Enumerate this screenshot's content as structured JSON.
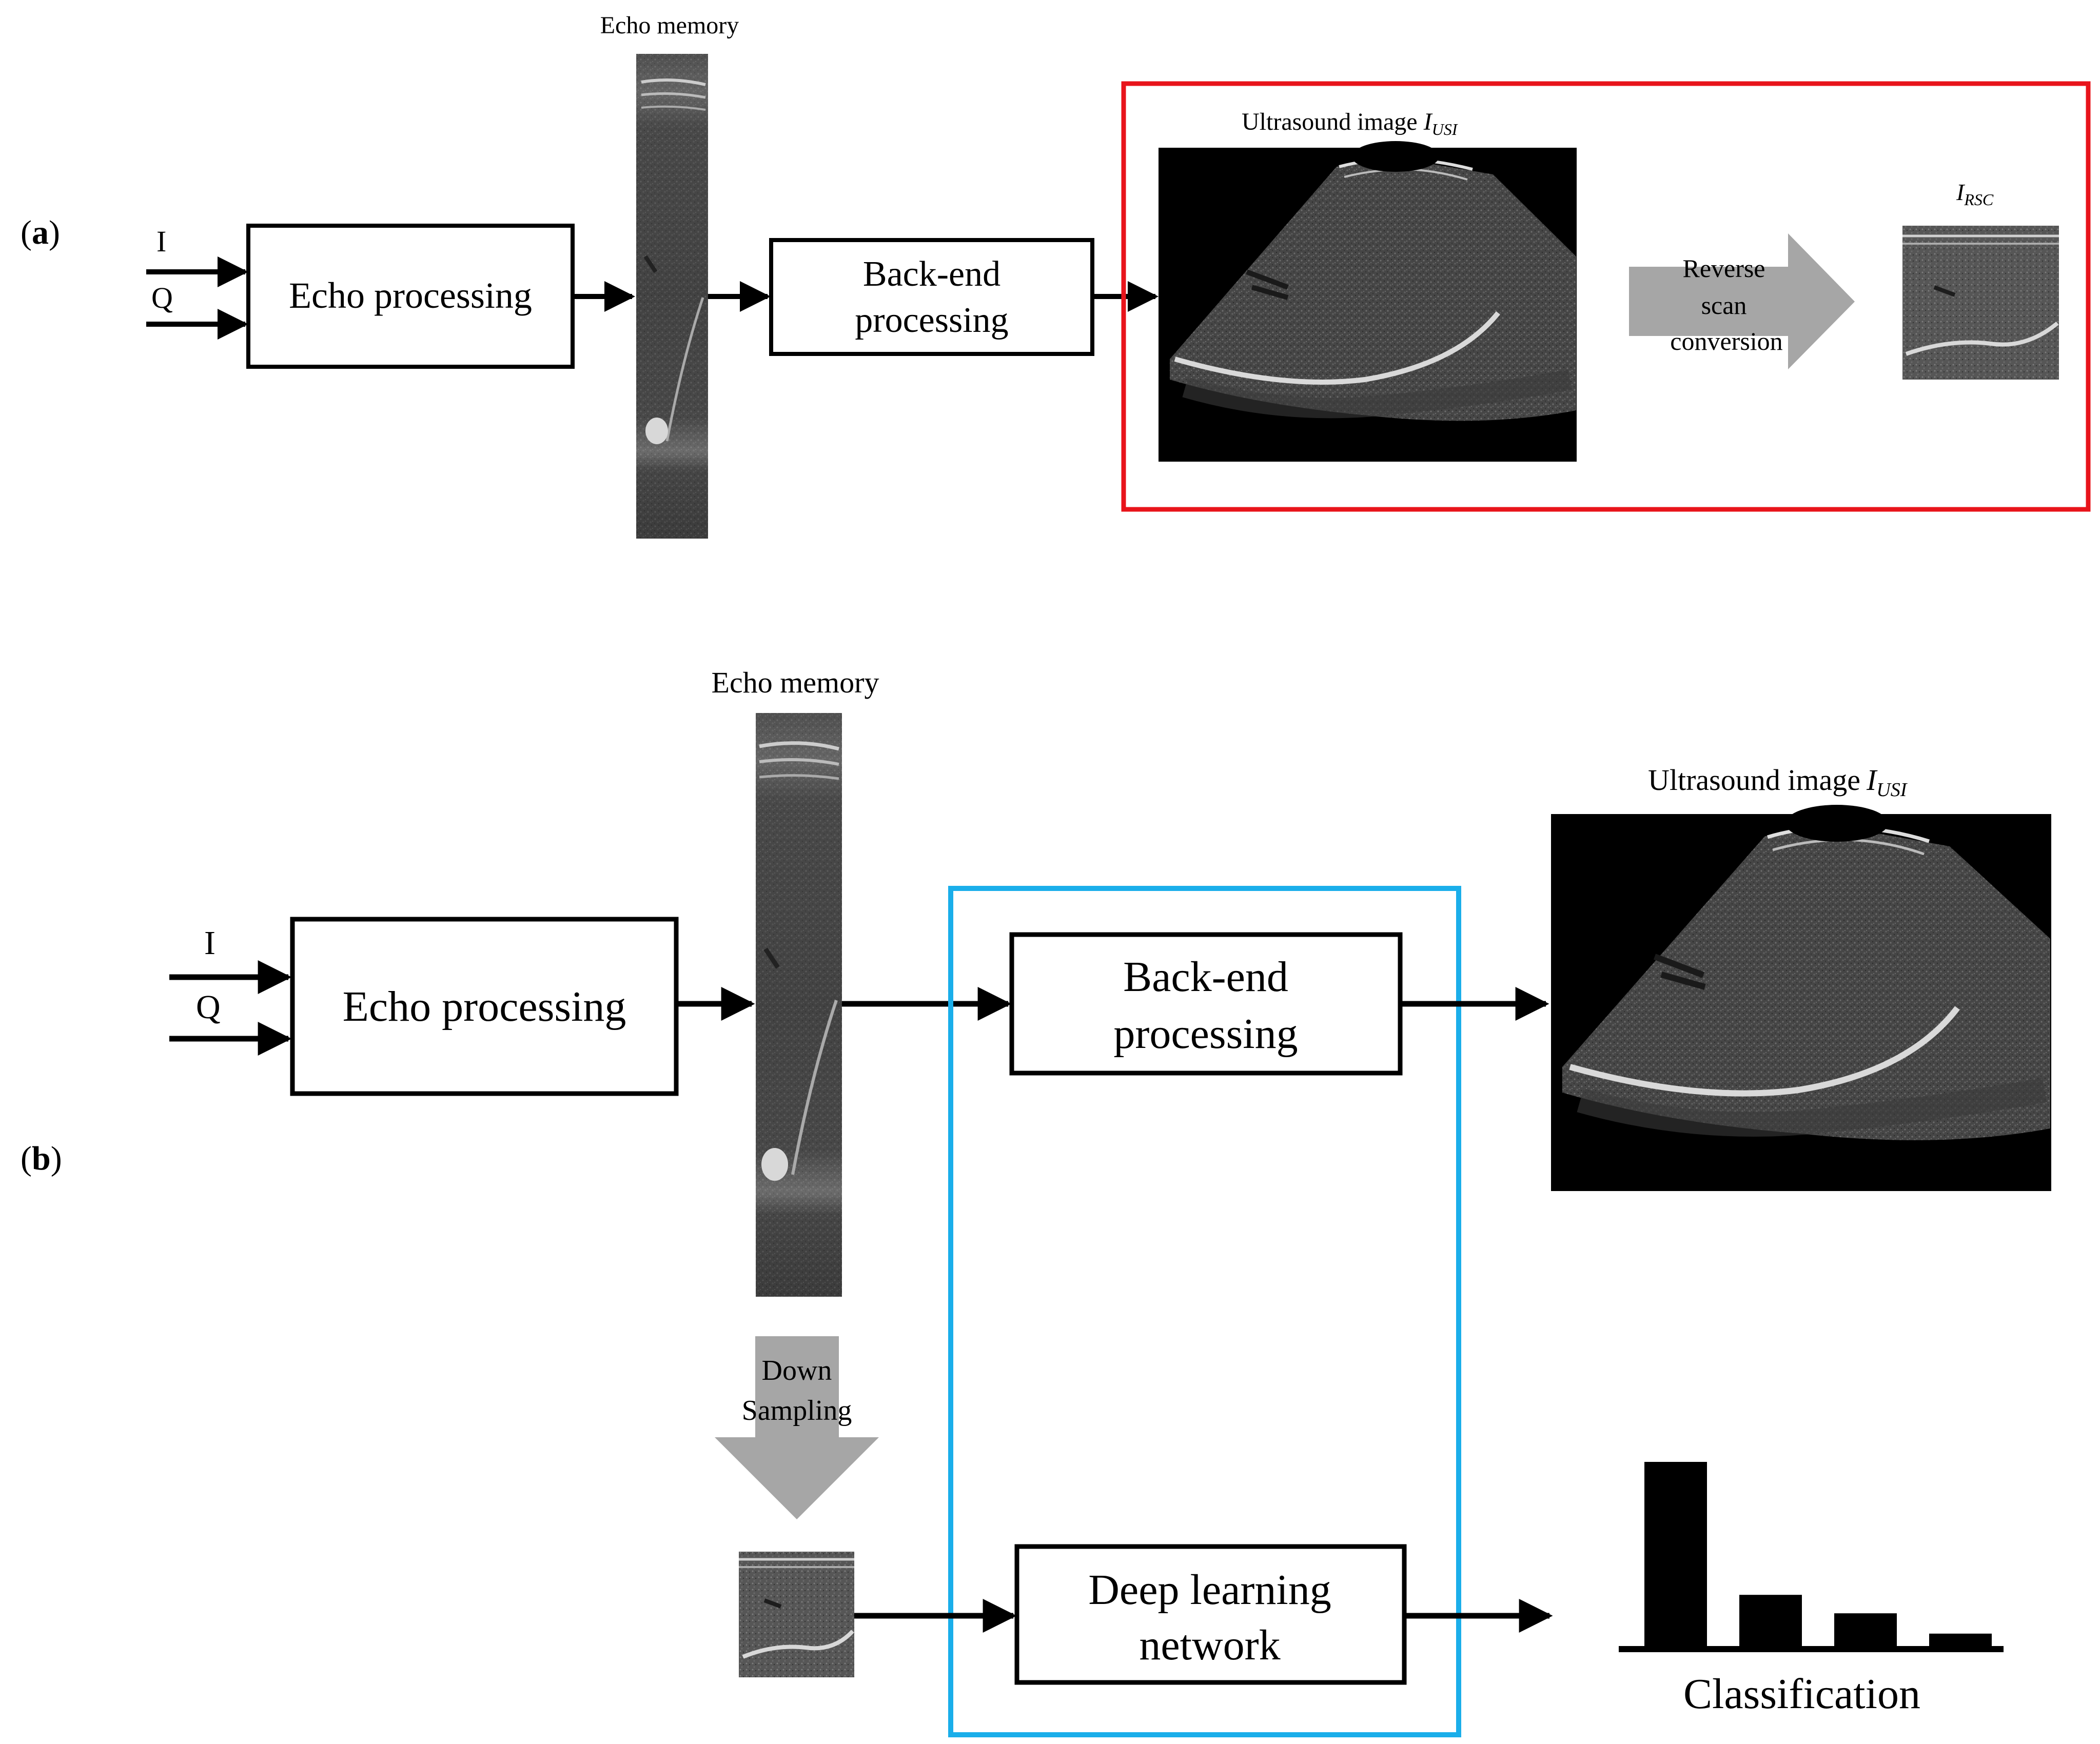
{
  "panel_a": {
    "label_prefix": "(",
    "label_letter": "a",
    "label_suffix": ")",
    "input_i": "I",
    "input_q": "Q",
    "echo_processing": "Echo processing",
    "echo_memory": "Echo memory",
    "backend_line1": "Back-end",
    "backend_line2": "processing",
    "ultrasound_title": "Ultrasound image",
    "ultrasound_symbol": "I",
    "ultrasound_subscript": "USI",
    "reverse_line1": "Reverse",
    "reverse_line2": "scan",
    "reverse_line3": "conversion",
    "rsc_symbol": "I",
    "rsc_subscript": "RSC",
    "highlight_color": "#e8141b"
  },
  "panel_b": {
    "label_prefix": "(",
    "label_letter": "b",
    "label_suffix": ")",
    "input_i": "I",
    "input_q": "Q",
    "echo_processing": "Echo processing",
    "echo_memory": "Echo memory",
    "backend_line1": "Back-end",
    "backend_line2": "processing",
    "ultrasound_title": "Ultrasound image",
    "ultrasound_symbol": "I",
    "ultrasound_subscript": "USI",
    "down_line1": "Down",
    "down_line2": "Sampling",
    "dl_line1": "Deep learning",
    "dl_line2": "network",
    "classification": "Classification",
    "class_bar_levels": [
      1.0,
      0.28,
      0.18,
      0.07
    ],
    "highlight_color": "#1aaeea"
  },
  "colors": {
    "arrow_gray": "#a6a6a6",
    "box_stroke": "#000000"
  }
}
